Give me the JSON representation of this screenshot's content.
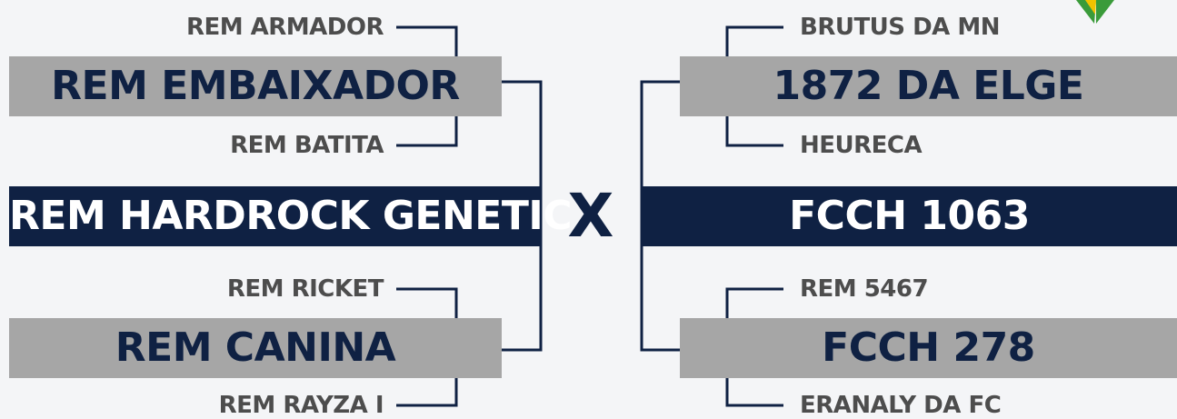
{
  "left": {
    "sire": {
      "name": "REM EMBAIXADOR",
      "parents": [
        "REM ARMADOR",
        "REM BATITA"
      ]
    },
    "main": "REM HARDROCK GENETIC",
    "dam": {
      "name": "REM CANINA",
      "parents": [
        "REM RICKET",
        "REM RAYZA I"
      ]
    }
  },
  "vs_label": "X",
  "right": {
    "sire": {
      "name": "1872 DA ELGE",
      "parents": [
        "BRUTUS DA MN",
        "HEURECA"
      ]
    },
    "main": "FCCH 1063",
    "dam": {
      "name": "FCCH 278",
      "parents": [
        "REM 5467",
        "ERANALY DA FC"
      ]
    }
  },
  "colors": {
    "navy": "#0f2143",
    "gray_box": "#a6a6a6",
    "text_gray": "#4d4d4d",
    "logo_green": "#3a9b3a",
    "logo_yellow": "#f2c300"
  },
  "icons": [
    "logo-icon"
  ]
}
